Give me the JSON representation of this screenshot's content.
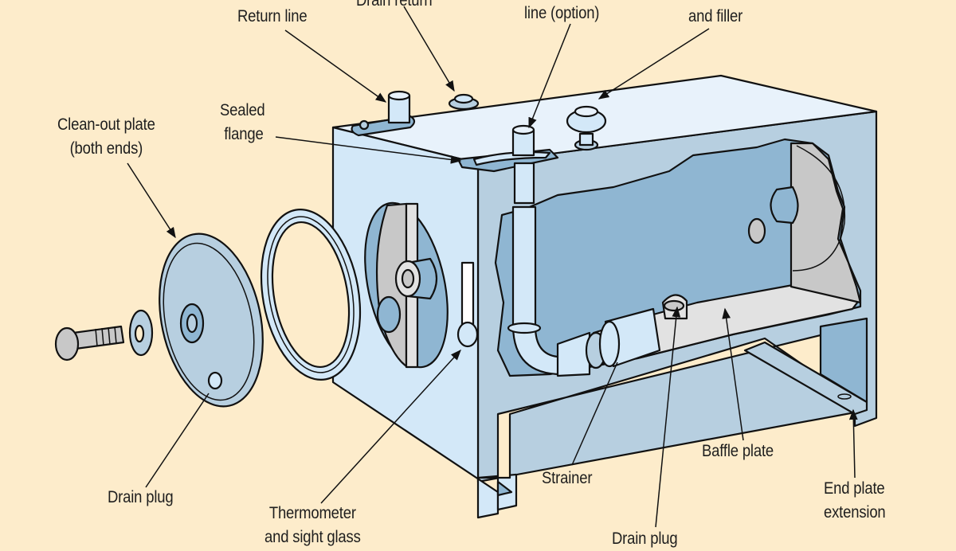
{
  "diagram": {
    "subject": "Hydraulic reservoir (exploded cutaway view)",
    "colors": {
      "background": "#fdeccb",
      "tank_face": "#d3e8f8",
      "tank_side": "#b7cfe0",
      "tank_top": "#e8f2fb",
      "interior": "#8fb6d2",
      "baffle": "#e2e2e2",
      "baffle_shadow": "#c8c8c8",
      "outline": "#111111"
    },
    "labels": {
      "drain_return": {
        "lines": [
          "Drain return"
        ]
      },
      "return_line": {
        "lines": [
          "Return line"
        ]
      },
      "pump_line": {
        "lines": [
          "line (option)"
        ]
      },
      "breather_filler": {
        "lines": [
          "and filler"
        ]
      },
      "sealed_flange": {
        "lines": [
          "Sealed",
          "flange"
        ]
      },
      "cleanout_plate": {
        "lines": [
          "Clean-out plate",
          "(both ends)"
        ]
      },
      "drain_plug_left": {
        "lines": [
          "Drain plug"
        ]
      },
      "thermometer": {
        "lines": [
          "Thermometer",
          "and sight glass"
        ]
      },
      "strainer": {
        "lines": [
          "Strainer"
        ]
      },
      "drain_plug_bottom": {
        "lines": [
          "Drain plug"
        ]
      },
      "baffle_plate": {
        "lines": [
          "Baffle plate"
        ]
      },
      "end_plate_extension": {
        "lines": [
          "End plate",
          "extension"
        ]
      }
    }
  }
}
